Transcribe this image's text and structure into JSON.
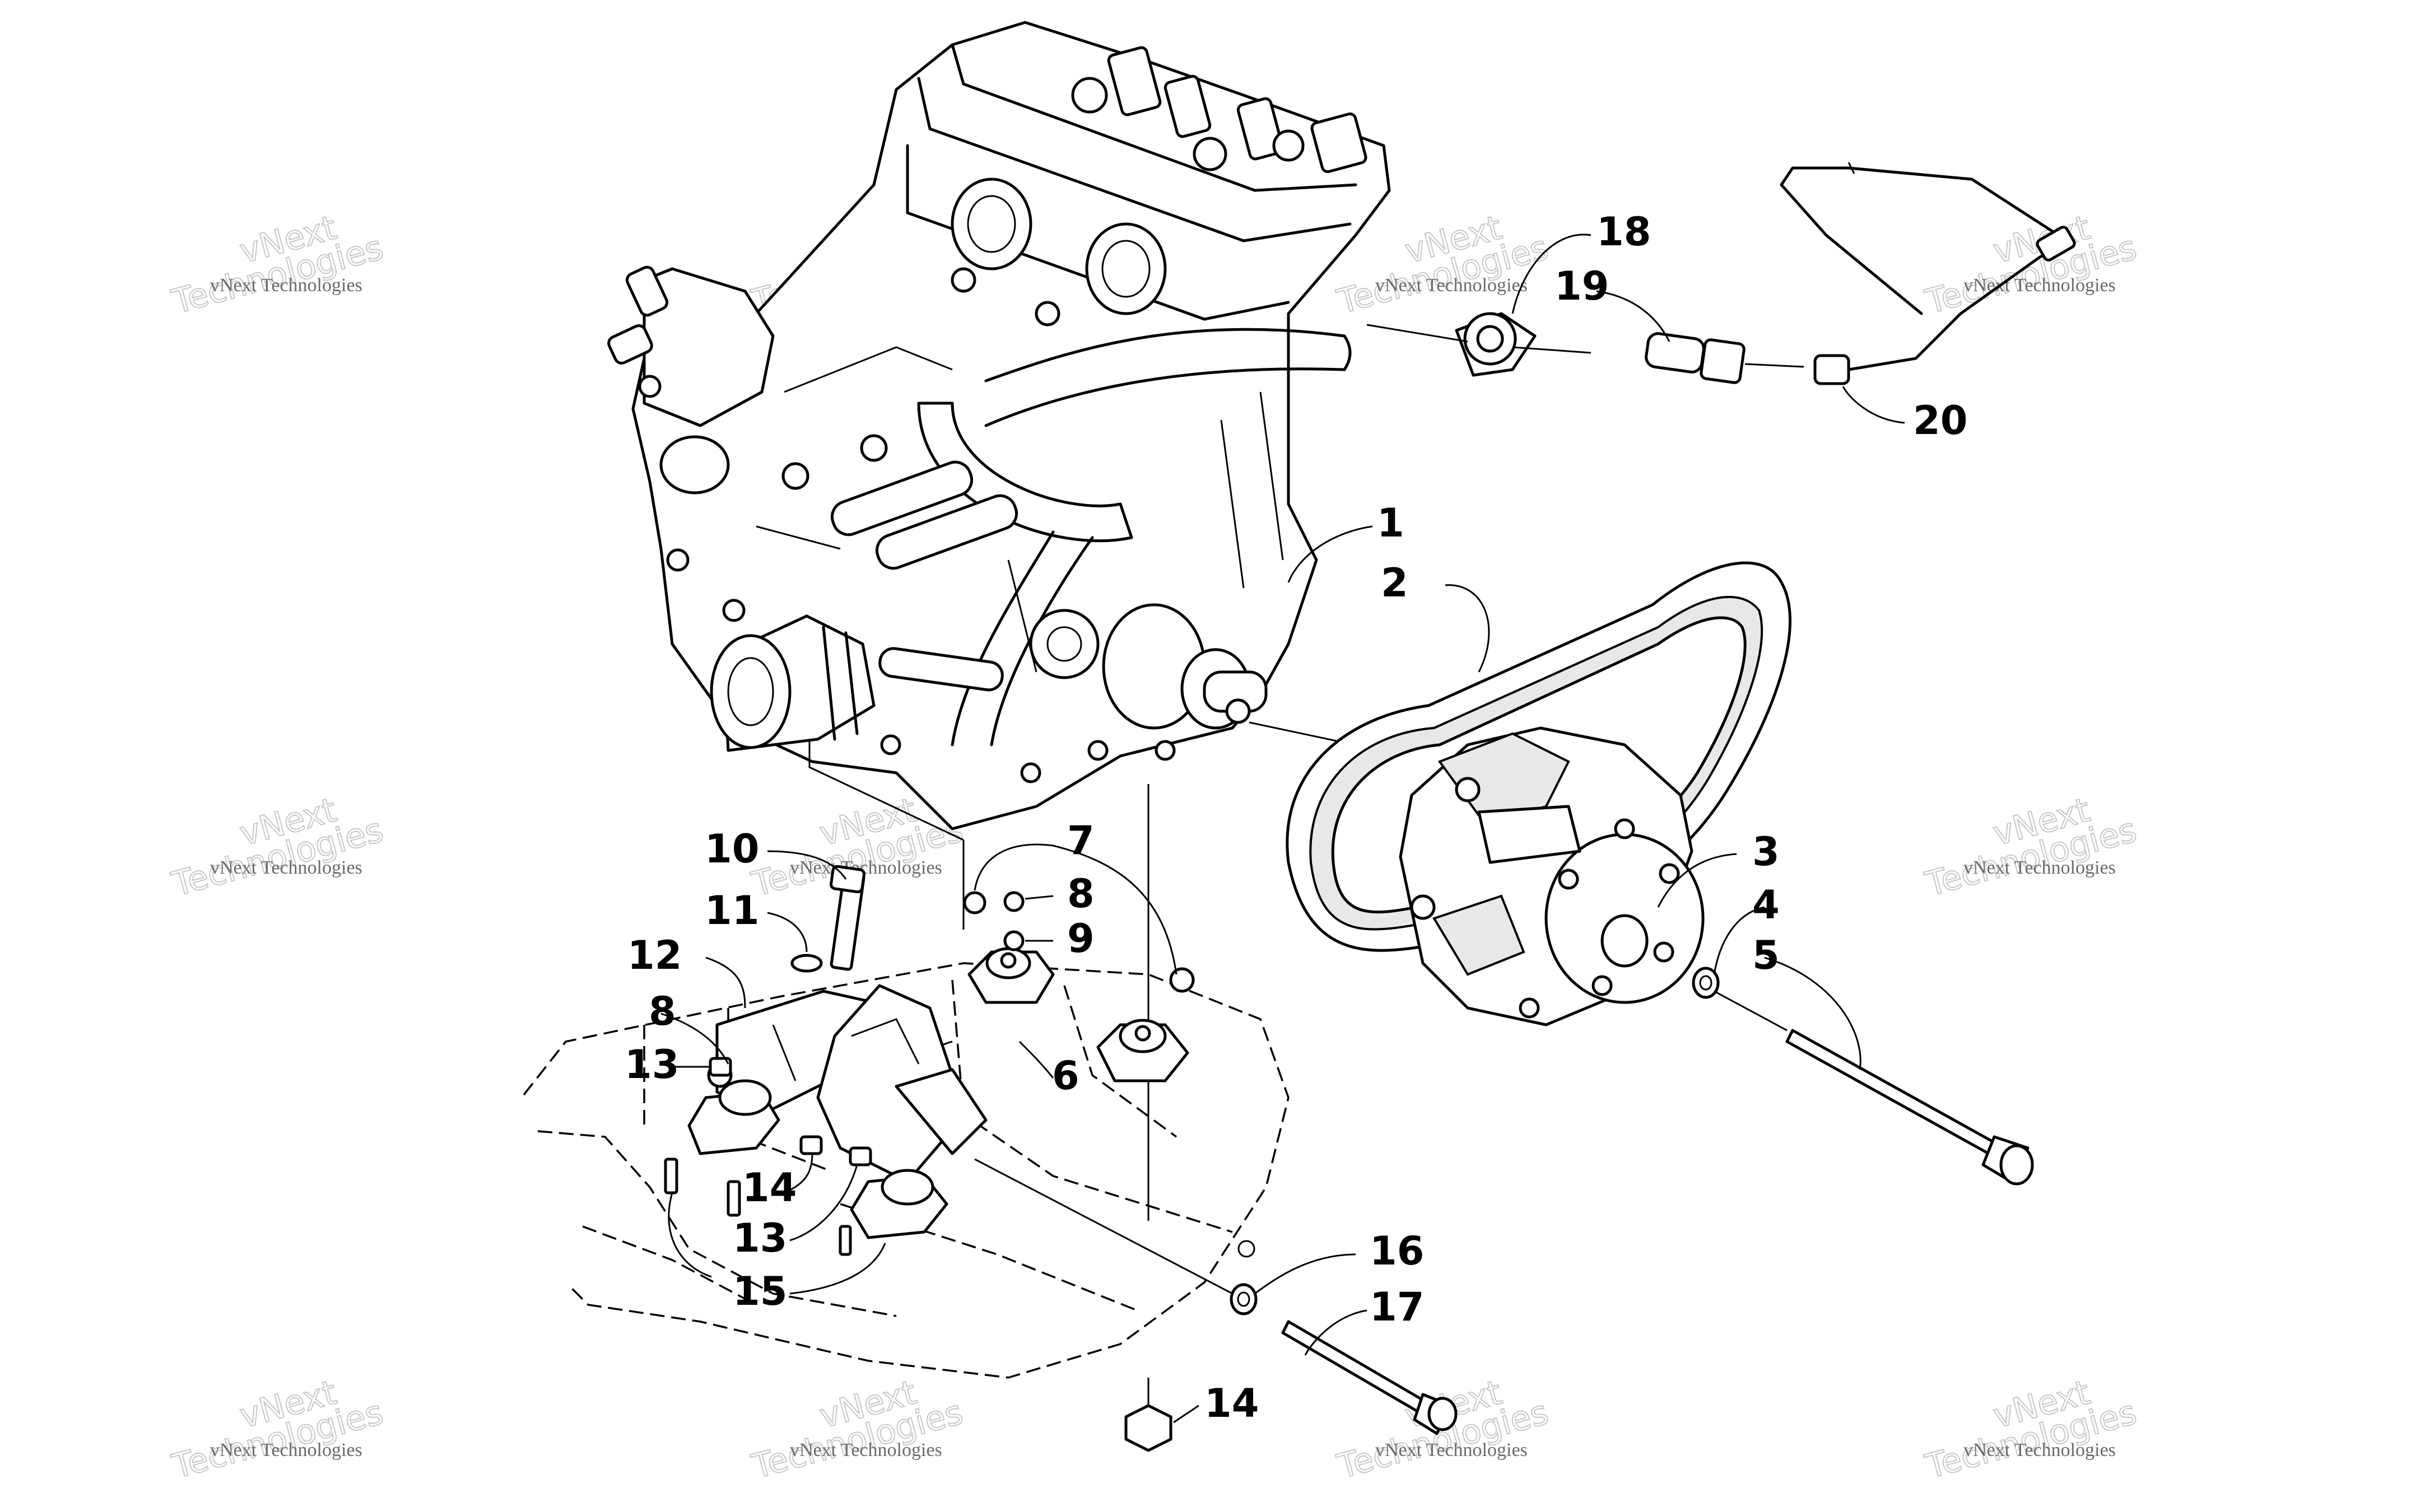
{
  "callouts": [
    {
      "id": "c1",
      "label": "1"
    },
    {
      "id": "c2",
      "label": "2"
    },
    {
      "id": "c3",
      "label": "3"
    },
    {
      "id": "c4",
      "label": "4"
    },
    {
      "id": "c5",
      "label": "5"
    },
    {
      "id": "c6",
      "label": "6"
    },
    {
      "id": "c7",
      "label": "7"
    },
    {
      "id": "c8a",
      "label": "8"
    },
    {
      "id": "c8b",
      "label": "8"
    },
    {
      "id": "c9",
      "label": "9"
    },
    {
      "id": "c10",
      "label": "10"
    },
    {
      "id": "c11",
      "label": "11"
    },
    {
      "id": "c12",
      "label": "12"
    },
    {
      "id": "c13a",
      "label": "13"
    },
    {
      "id": "c13b",
      "label": "13"
    },
    {
      "id": "c14a",
      "label": "14"
    },
    {
      "id": "c14b",
      "label": "14"
    },
    {
      "id": "c15",
      "label": "15"
    },
    {
      "id": "c16",
      "label": "16"
    },
    {
      "id": "c17",
      "label": "17"
    },
    {
      "id": "c18",
      "label": "18"
    },
    {
      "id": "c19",
      "label": "19"
    },
    {
      "id": "c20",
      "label": "20"
    }
  ],
  "watermark": {
    "line1": "vNext Technologies",
    "line2": "vNext",
    "line3": "Technologies"
  }
}
